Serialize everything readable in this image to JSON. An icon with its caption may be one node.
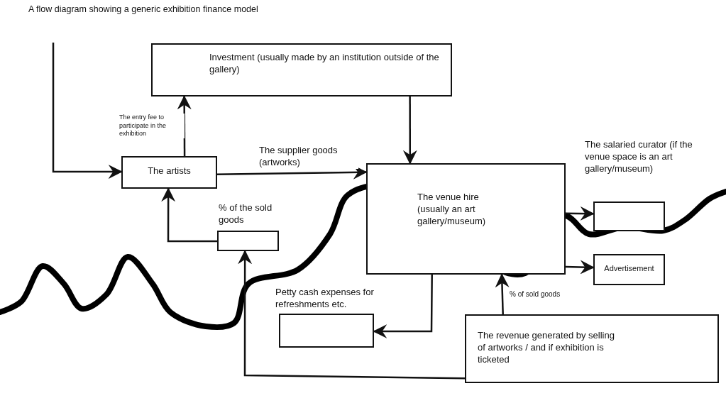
{
  "diagram": {
    "title": "A flow diagram showing a generic exhibition finance model",
    "nodes": [
      {
        "text": [
          "Investment (usually made by an institution outside of the gallery)"
        ]
      },
      {
        "text": [
          "The artists"
        ]
      },
      {
        "text": [
          "The venue hire (usually an art gallery/museum)"
        ]
      },
      {
        "text": [
          "% of the sold goods"
        ]
      },
      {
        "text": [
          "The salaried curator (if the venue space is an art gallery/museum)"
        ]
      },
      {
        "text": [
          "Advertisement"
        ]
      },
      {
        "text": [
          "Petty cash expenses for refreshments etc."
        ]
      },
      {
        "text": [
          "The revenue generated by selling of artworks / and if exhibition is ticketed"
        ]
      }
    ],
    "edges": [
      {
        "from": null,
        "to": 1,
        "arrow": "to"
      },
      {
        "from": 1,
        "to": 0,
        "arrow": "to",
        "label": "The entry fee to participate in the exhibition"
      },
      {
        "from": 0,
        "to": 2,
        "arrow": "to"
      },
      {
        "from": 1,
        "to": 2,
        "arrow": "to",
        "label": "The supplier goods (artworks)"
      },
      {
        "from": 3,
        "to": 1,
        "arrow": "to"
      },
      {
        "from": 2,
        "to": 4,
        "arrow": "to"
      },
      {
        "from": 2,
        "to": 5,
        "arrow": "to"
      },
      {
        "from": 2,
        "to": 6,
        "arrow": "to"
      },
      {
        "from": 7,
        "to": 2,
        "arrow": "to",
        "label": "% of sold goods"
      },
      {
        "from": 7,
        "to": 3,
        "arrow": "to"
      }
    ]
  }
}
